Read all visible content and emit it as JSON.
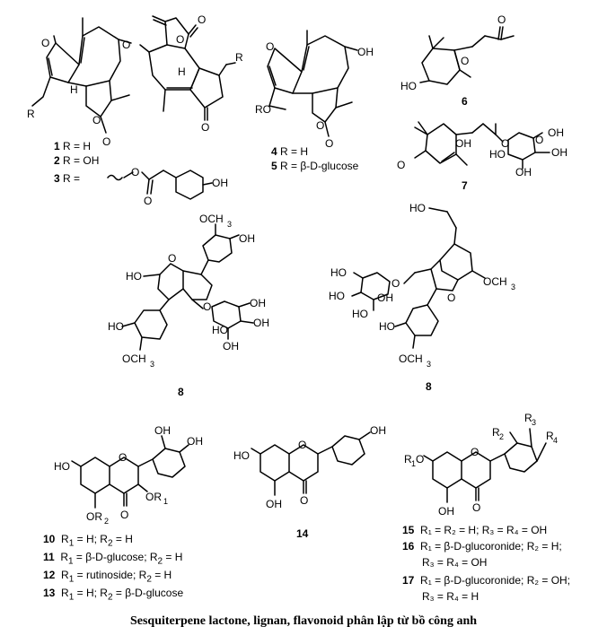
{
  "compounds": {
    "c1": {
      "num": "1",
      "r": "R = H"
    },
    "c2": {
      "num": "2",
      "r": "R = OH"
    },
    "c3": {
      "num": "3",
      "r": "R ="
    },
    "c4": {
      "num": "4",
      "r": "R = H"
    },
    "c5": {
      "num": "5",
      "r": "R = β-D-glucose"
    },
    "c6": {
      "num": "6"
    },
    "c7": {
      "num": "7"
    },
    "c8a": {
      "num": "8"
    },
    "c8b": {
      "num": "8"
    },
    "c10": {
      "num": "10",
      "r1": "R",
      "sub1": "1",
      "t1": " = H; R",
      "sub2": "2",
      "t2": " = H"
    },
    "c11": {
      "num": "11",
      "r1": "R",
      "sub1": "1",
      "t1": " = β-D-glucose; R",
      "sub2": "2",
      "t2": " = H"
    },
    "c12": {
      "num": "12",
      "r1": "R",
      "sub1": "1",
      "t1": " = rutinoside; R",
      "sub2": "2",
      "t2": " = H"
    },
    "c13": {
      "num": "13",
      "r1": "R",
      "sub1": "1",
      "t1": " = H; R",
      "sub2": "2",
      "t2": " = β-D-glucose"
    },
    "c14": {
      "num": "14"
    },
    "c15": {
      "num": "15",
      "line": "R₁ = R₂ = H; R₃ = R₄ = OH"
    },
    "c16": {
      "num": "16",
      "line": "R₁ = β-D-glucoronide; R₂ = H;",
      "line2": "R₃ = R₄ = OH"
    },
    "c17": {
      "num": "17",
      "line": "R₁ = β-D-glucoronide; R₂ = OH;",
      "line2": "R₃ = R₄ = H"
    }
  },
  "atoms": {
    "O": "O",
    "OH": "OH",
    "HO": "HO",
    "H": "H",
    "R": "R",
    "RO": "RO",
    "OCH3": "OCH",
    "three": "3",
    "HOa": "HO",
    "OR1": "OR",
    "OR2": "OR",
    "s1": "1",
    "s2": "2",
    "R1O": "R",
    "R2": "R",
    "R3": "R",
    "R4": "R",
    "n1": "1",
    "n2": "2",
    "n3": "3",
    "n4": "4"
  },
  "caption": "Sesquiterpene lactone, lignan, flavonoid phân lập từ bồ công anh"
}
